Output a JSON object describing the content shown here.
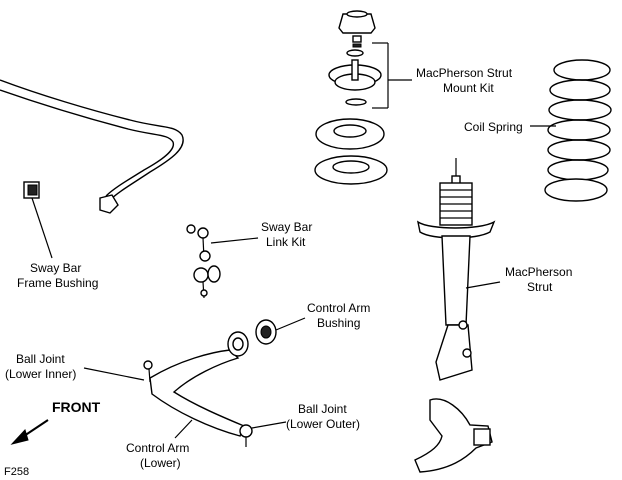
{
  "labels": {
    "strut_mount_kit_1": "MacPherson Strut",
    "strut_mount_kit_2": "Mount Kit",
    "coil_spring": "Coil Spring",
    "sway_bar_link_kit_1": "Sway Bar",
    "sway_bar_link_kit_2": "Link Kit",
    "sway_bar_frame_bushing_1": "Sway Bar",
    "sway_bar_frame_bushing_2": "Frame Bushing",
    "strut_1": "MacPherson",
    "strut_2": "Strut",
    "control_arm_bushing_1": "Control Arm",
    "control_arm_bushing_2": "Bushing",
    "ball_joint_lower_inner_1": "Ball Joint",
    "ball_joint_lower_inner_2": "(Lower Inner)",
    "ball_joint_lower_outer_1": "Ball Joint",
    "ball_joint_lower_outer_2": "(Lower Outer)",
    "control_arm_lower_1": "Control Arm",
    "control_arm_lower_2": "(Lower)",
    "front": "FRONT",
    "figure_code": "F258"
  }
}
